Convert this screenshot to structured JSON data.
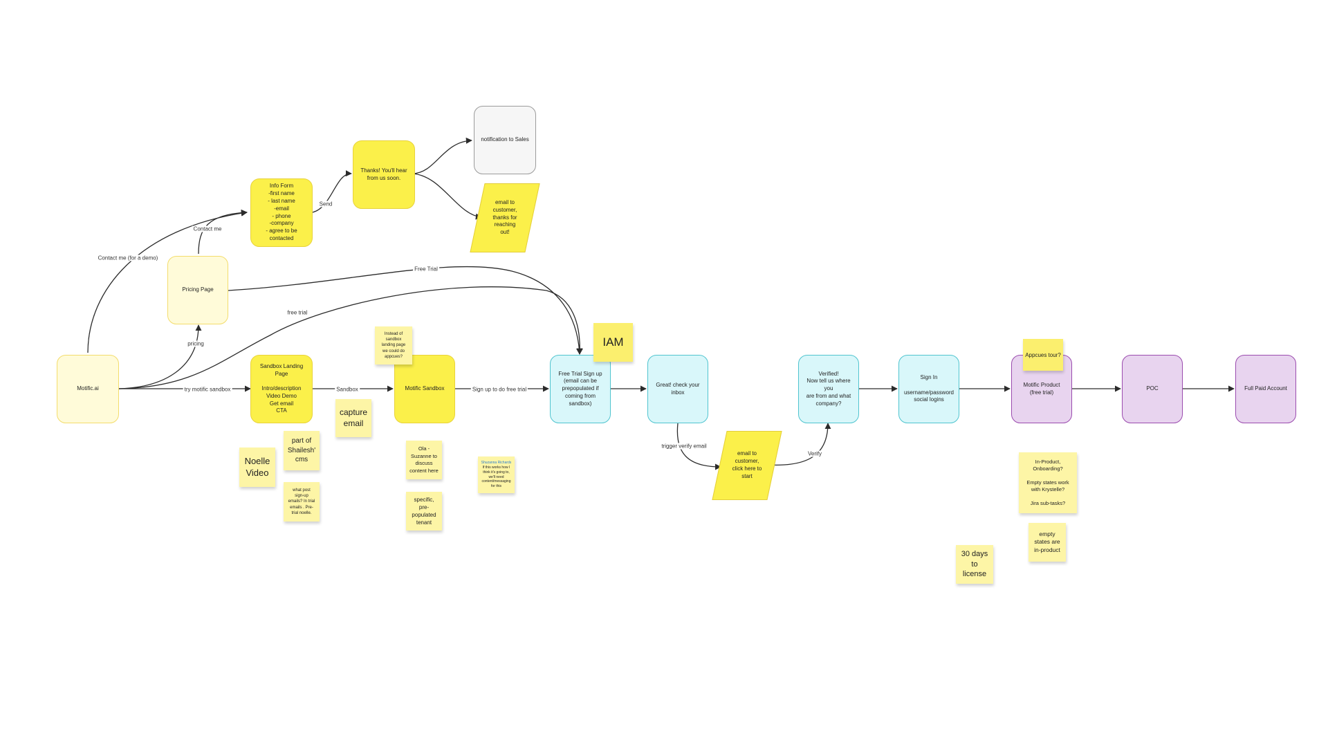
{
  "nodes": {
    "motific": "Motific.ai",
    "pricing": "Pricing Page",
    "info_form": "Info Form\n-first name\n- last name\n-email\n- phone\n-company\n- agree to be\ncontacted",
    "thanks": "Thanks! You'll hear\nfrom us soon.",
    "notify_sales": "notification to Sales",
    "email_thanks": "email to\ncustomer,\nthanks for\nreaching\nout!",
    "sandbox_landing": "Sandbox Landing Page\n\nIntro/description\nVideo Demo\nGet email\nCTA",
    "motific_sandbox": "Motific Sandbox",
    "free_trial_signup": "Free Trial Sign up\n(email can be\nprepopulated if\ncoming from sandbox)",
    "check_inbox": "Great! check your\ninbox",
    "email_verify": "email to\ncustomer,\nclick here to\nstart",
    "verified": "Verified!\nNow tell us where you\nare from and what\ncompany?",
    "sign_in": "Sign In\n\nusername/password\nsocial logins",
    "motific_product": "Motific Product\n(free trial)",
    "poc": "POC",
    "full_paid": "Full Paid Account"
  },
  "edge_labels": {
    "contact_demo": "Contact me (for a demo)",
    "contact_me": "Contact me",
    "send": "Send",
    "free_trial_caps": "Free Trial",
    "free_trial_lower": "free trial",
    "pricing": "pricing",
    "try_sandbox": "try motific sandbox",
    "sandbox": "Sandbox",
    "sign_up": "Sign up to do free trial",
    "trigger_verify": "trigger verify email",
    "verify": "Verify"
  },
  "stickies": {
    "iam": "IAM",
    "capture_email": "capture\nemail",
    "part_of_cms": "part of\nShailesh'\ncms",
    "noelle_video": "Noelle\nVideo",
    "post_signup": "what post\nsign-up\nemails? In trial\nemails . Pre-\ntrial noelle.",
    "instead_of": "Instead of\nsandbox\nlanding page\nwe could do\nappcues?",
    "ola_suzanne": "Ola -\nSuzanne to\ndiscuss\ncontent here",
    "specific_tenant": "specific,\npre-\npopulated\ntenant",
    "suzanne_note_author": "Shuzanna Richards",
    "suzanne_note_body": "If this works how I\nthink it's going to,\nwe'll need\ncontent/messaging\nfor this",
    "appcues_tour": "Appcues tour?",
    "in_product": "In-Product,\nOnboarding?\n\nEmpty states work\nwith Krystelle?\n\nJira sub-tasks?",
    "empty_states": "empty\nstates are\nin-product",
    "thirty_days": "30 days\nto\nlicense"
  },
  "colors": {
    "edge": "#2b2b2b",
    "cream": "#fffbd9",
    "yellow": "#fbf04a",
    "cyan": "#d9f7fa",
    "purple": "#e8d4ef",
    "sticky": "#fdf5a6"
  }
}
